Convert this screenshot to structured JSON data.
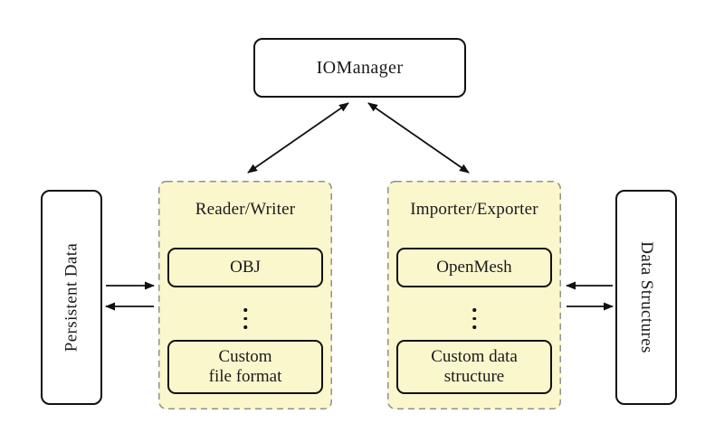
{
  "colors": {
    "background": "#ffffff",
    "box_fill": "#ffffff",
    "group_fill": "#fbf7cd",
    "group_border": "#8f8f8f",
    "line": "#111111"
  },
  "nodes": {
    "io_manager": {
      "label": "IOManager"
    },
    "persistent_data": {
      "label": "Persistent Data"
    },
    "data_structures": {
      "label": "Data Structures"
    },
    "reader_writer": {
      "title": "Reader/Writer",
      "ellipsis": "⋮",
      "items": [
        {
          "lines": [
            "OBJ"
          ]
        },
        {
          "lines": [
            "Custom",
            "file format"
          ]
        }
      ]
    },
    "importer_exporter": {
      "title": "Importer/Exporter",
      "ellipsis": "⋮",
      "items": [
        {
          "lines": [
            "OpenMesh"
          ]
        },
        {
          "lines": [
            "Custom data",
            "structure"
          ]
        }
      ]
    }
  },
  "edges": [
    {
      "from": "io_manager",
      "to": "reader_writer",
      "type": "bidirectional"
    },
    {
      "from": "io_manager",
      "to": "importer_exporter",
      "type": "bidirectional"
    },
    {
      "from": "persistent_data",
      "to": "reader_writer",
      "type": "one-way"
    },
    {
      "from": "reader_writer",
      "to": "persistent_data",
      "type": "one-way"
    },
    {
      "from": "data_structures",
      "to": "importer_exporter",
      "type": "one-way"
    },
    {
      "from": "importer_exporter",
      "to": "data_structures",
      "type": "one-way"
    }
  ]
}
